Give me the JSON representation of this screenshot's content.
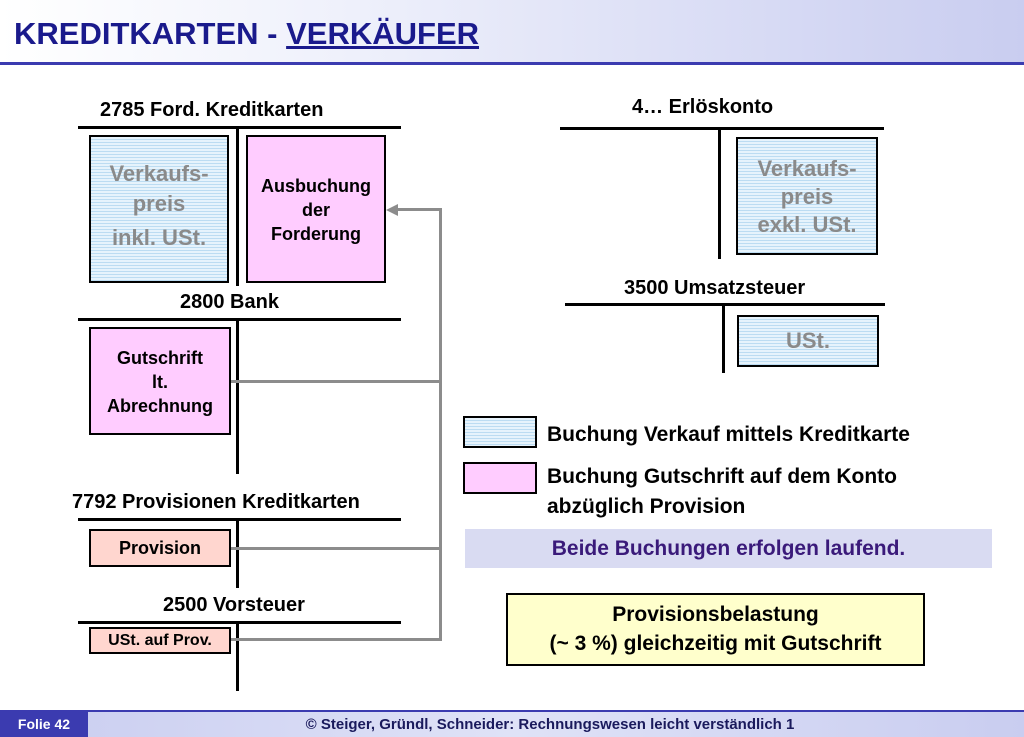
{
  "title": {
    "main": "KREDITKARTEN - ",
    "underlined": "VERKÄUFER"
  },
  "accounts": {
    "fordkredit": {
      "title": "2785 Ford. Kreditkarten",
      "debit": [
        "Verkaufs-",
        "preis",
        "inkl. USt."
      ],
      "credit": [
        "Ausbuchung",
        "der",
        "Forderung"
      ]
    },
    "bank": {
      "title": "2800 Bank",
      "debit": [
        "Gutschrift",
        "lt.",
        "Abrechnung"
      ]
    },
    "provisionen": {
      "title": "7792 Provisionen Kreditkarten",
      "debit": "Provision"
    },
    "vorsteuer": {
      "title": "2500 Vorsteuer",
      "debit": "USt. auf Prov."
    },
    "erloes": {
      "title": "4… Erlöskonto",
      "credit": [
        "Verkaufs-",
        "preis",
        "exkl. USt."
      ]
    },
    "umsatzsteuer": {
      "title": "3500 Umsatzsteuer",
      "credit": "USt."
    }
  },
  "legend": {
    "blue": "Buchung Verkauf mittels Kreditkarte",
    "pink": [
      "Buchung Gutschrift auf dem Konto",
      "abzüglich Provision"
    ]
  },
  "note_banner": "Beide Buchungen erfolgen laufend.",
  "note_box": [
    "Provisionsbelastung",
    "(~ 3 %) gleichzeitig mit Gutschrift"
  ],
  "footer": {
    "slide": "Folie 42",
    "copyright": "© Steiger, Gründl, Schneider: Rechnungswesen leicht verständlich 1"
  },
  "colors": {
    "title": "#1a1a8c",
    "blue_fill": "#bcdcf2",
    "pink_fill": "#ffccff",
    "salmon_fill": "#ffd6cf",
    "banner": "#d9dbf2",
    "note": "#ffffcc",
    "connector": "#8c8c8c"
  }
}
